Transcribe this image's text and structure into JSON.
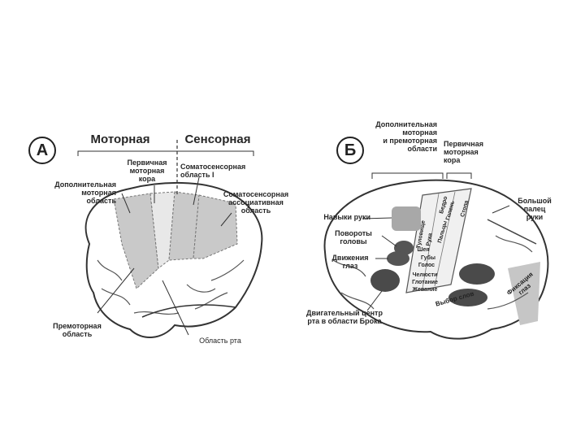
{
  "panel_a": {
    "letter": "А",
    "heading_motor": "Моторная",
    "heading_sensory": "Сенсорная",
    "primary_motor": "Первичная\nмоторная\nкора",
    "somatosensory_1": "Соматосенсорная\nобласть I",
    "supplementary_motor": "Дополнительная\nмоторная\nобласть",
    "somatosensory_assoc": "Соматосенсорная\nассоциативная\nобласть",
    "premotor": "Премоторная\nобласть",
    "mouth_area": "Область рта"
  },
  "panel_b": {
    "letter": "Б",
    "supp_premotor": "Дополнительная\nмоторная\nи премоторная\nобласти",
    "primary_motor": "Первичная\nмоторная\nкора",
    "hand_skills": "Навыки руки",
    "head_turns": "Повороты\nголовы",
    "eye_movements": "Движения\nглаз",
    "broca": "Двигательный центр\nрта в области Брока",
    "thumb": "Большой\nпалец\nруки",
    "word_choice": "Выбор слов",
    "eye_fixation": "Фиксация\nглаз",
    "strip_trunk": "Туловище",
    "strip_hand": "Рука",
    "strip_neck": "Шея",
    "strip_hip": "Бедро",
    "strip_shin": "Голень",
    "strip_foot": "Стопа",
    "strip_fingers": "Пальцы",
    "lips": "Губы",
    "voice": "Голос",
    "jaws": "Челюсти",
    "swallowing": "Глотание",
    "chewing": "Жевание"
  }
}
